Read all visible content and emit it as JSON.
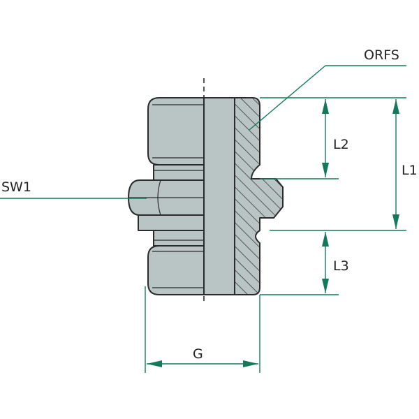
{
  "labels": {
    "orfs": "ORFS",
    "sw1": "SW1",
    "l1": "L1",
    "l2": "L2",
    "l3": "L3",
    "g": "G"
  },
  "colors": {
    "body_fill": "#b9c4c4",
    "outline": "#2b2b2b",
    "hatch": "#3a3a3a",
    "dimension": "#127a5a",
    "text": "#222222",
    "background": "#ffffff"
  }
}
